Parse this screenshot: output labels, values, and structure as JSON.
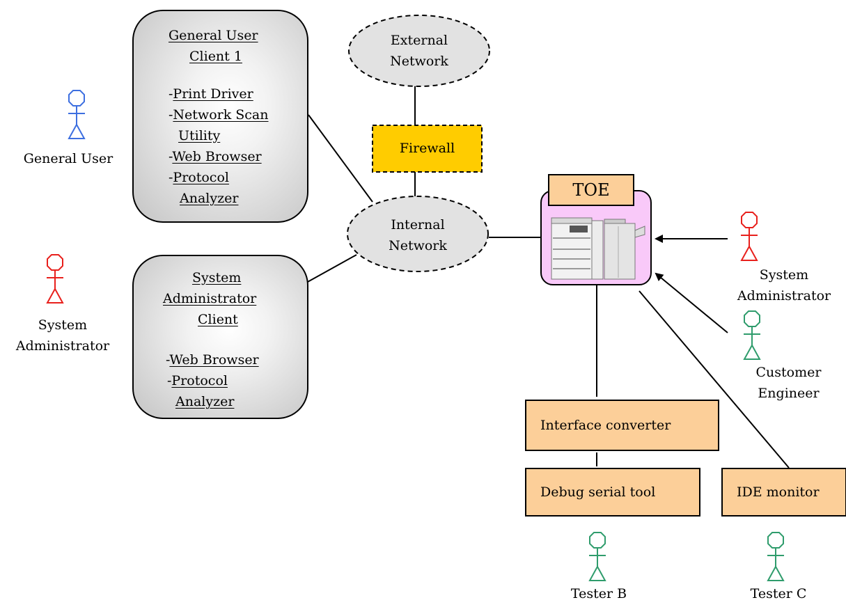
{
  "clients": {
    "general_user_client": {
      "title_line1": "General User ",
      "title_line2": "Client 1",
      "items": [
        {
          "prefix": "-",
          "text": "Print Driver"
        },
        {
          "prefix": "-",
          "text": "Network Scan"
        },
        {
          "prefix": "",
          "text": "Utility"
        },
        {
          "prefix": "-",
          "text": "Web Browser"
        },
        {
          "prefix": "-",
          "text": "Protocol "
        },
        {
          "prefix": "",
          "text": "Analyzer"
        }
      ]
    },
    "sysadmin_client": {
      "title_line1": "System ",
      "title_line2": "Administrator ",
      "title_line3": "Client",
      "items": [
        {
          "prefix": "-",
          "text": "Web Browser"
        },
        {
          "prefix": "-",
          "text": "Protocol "
        },
        {
          "prefix": "",
          "text": "Analyzer"
        }
      ]
    }
  },
  "networks": {
    "external": {
      "line1": "External",
      "line2": "Network"
    },
    "internal": {
      "line1": "Internal",
      "line2": "Network"
    }
  },
  "firewall": {
    "label": "Firewall"
  },
  "toe": {
    "label": "TOE"
  },
  "boxes": {
    "interface_converter": "Interface converter",
    "debug_serial_tool": "Debug serial tool",
    "ide_monitor": "IDE monitor"
  },
  "actors": {
    "general_user": {
      "line1": "General User",
      "color": "#3d6fe0"
    },
    "sysadmin_left": {
      "line1": "System",
      "line2": "Administrator",
      "color": "#e8201c"
    },
    "sysadmin_right": {
      "line1": "System",
      "line2": "Administrator",
      "color": "#e8201c"
    },
    "customer_engineer": {
      "line1": "Customer",
      "line2": "Engineer",
      "color": "#2f9c6c"
    },
    "tester_b": {
      "line1": "Tester B",
      "color": "#2f9c6c"
    },
    "tester_c": {
      "line1": "Tester C",
      "color": "#2f9c6c"
    }
  }
}
